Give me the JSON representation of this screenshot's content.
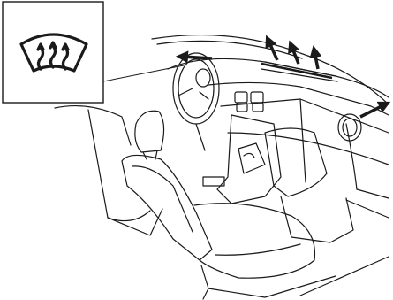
{
  "figure": {
    "subject": "vehicle-interior-airflow",
    "callout_icon": "windshield-defroster-icon",
    "arrow_icon": "airflow-arrow-icon",
    "colors": {
      "line": "#1a1a1a",
      "background": "#ffffff",
      "callout_border": "#1a1a1a"
    },
    "airflow_outlets": [
      {
        "name": "windshield-defroster-outlets",
        "direction": "up",
        "arrow_count": 3
      },
      {
        "name": "left-side-window-vent",
        "direction": "left",
        "arrow_count": 1
      },
      {
        "name": "right-side-window-vent",
        "direction": "right",
        "arrow_count": 1
      }
    ]
  }
}
